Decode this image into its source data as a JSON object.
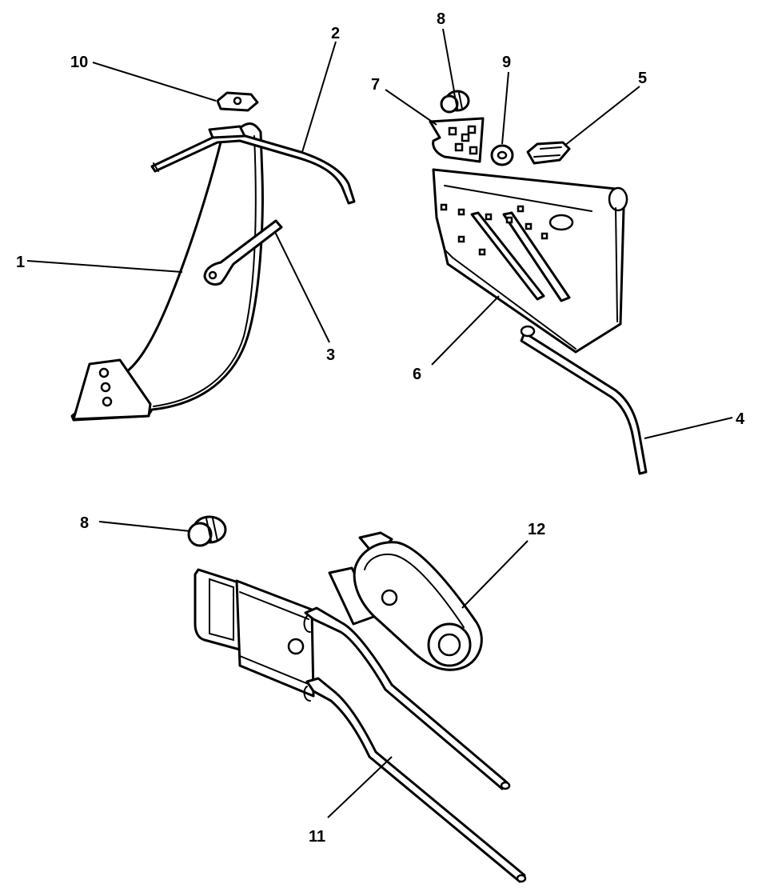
{
  "callouts": [
    {
      "id": "1",
      "text": "1"
    },
    {
      "id": "2",
      "text": "2"
    },
    {
      "id": "3",
      "text": "3"
    },
    {
      "id": "4",
      "text": "4"
    },
    {
      "id": "5",
      "text": "5"
    },
    {
      "id": "6",
      "text": "6"
    },
    {
      "id": "7",
      "text": "7"
    },
    {
      "id": "8a",
      "text": "8"
    },
    {
      "id": "8b",
      "text": "8"
    },
    {
      "id": "9",
      "text": "9"
    },
    {
      "id": "10",
      "text": "10"
    },
    {
      "id": "11",
      "text": "11"
    },
    {
      "id": "12",
      "text": "12"
    }
  ],
  "parts": {
    "1": "curved-shank-plate",
    "2": "long-bent-rod",
    "3": "short-eye-rod",
    "4": "curved-rod",
    "5": "spring-clip",
    "6": "slotted-side-plate",
    "7": "small-square-hole-plate",
    "8": "plug-grommet",
    "9": "washer",
    "10": "small-bracket",
    "11": "frame-with-handles",
    "12": "gear-housing"
  },
  "colors": {
    "line": "#000000",
    "fill": "#ffffff"
  }
}
